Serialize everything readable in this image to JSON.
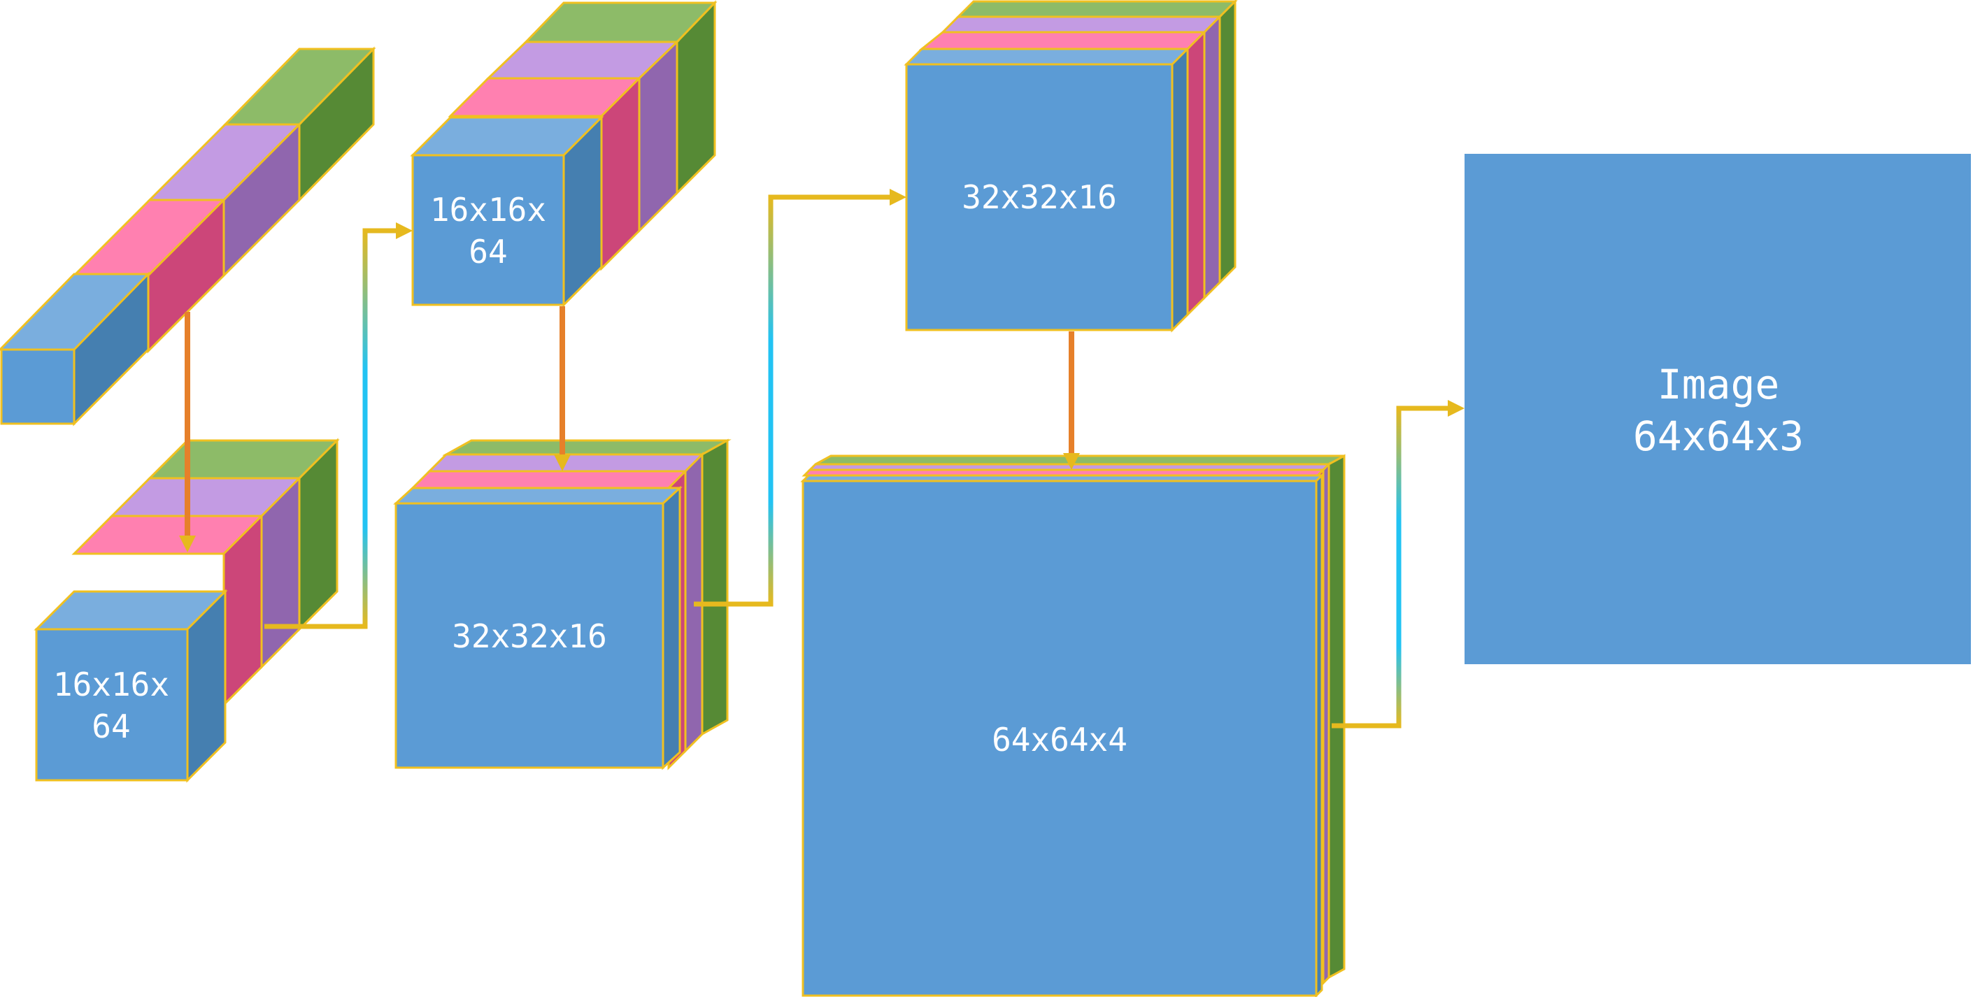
{
  "colors": {
    "blue_front": "#5b9bd5",
    "blue_top": "#7aaede",
    "blue_side": "#457fb0",
    "pink_top": "#ff80b0",
    "pink_side": "#cc4679",
    "purple_top": "#c39be3",
    "purple_side": "#9066ae",
    "green_top": "#8dbb68",
    "green_side": "#568a35",
    "outline": "#f0c020",
    "arrow_yellow": "#e6b91e",
    "arrow_orange": "#e6802a",
    "arrow_cyan": "#22c3f3"
  },
  "nodes": {
    "input_vector": {},
    "block1_out": {
      "label_line1": "16x16x",
      "label_line2": "64"
    },
    "block2_in": {
      "label_line1": "16x16x",
      "label_line2": "64"
    },
    "block2_out": {
      "label": "32x32x16"
    },
    "block3_in": {
      "label": "32x32x16"
    },
    "block3_out": {
      "label": "64x64x4"
    },
    "output_image": {
      "label_line1": "Image",
      "label_line2": "64x64x3"
    }
  }
}
